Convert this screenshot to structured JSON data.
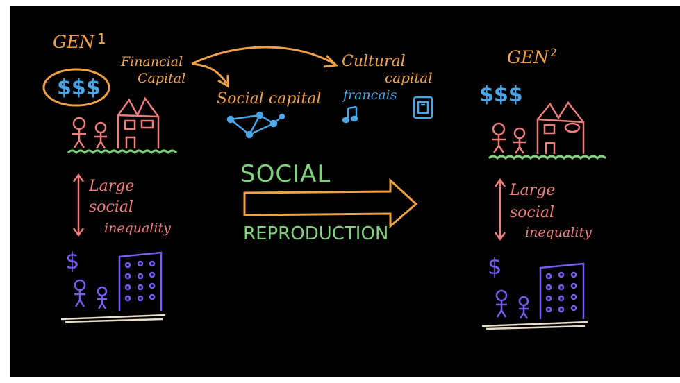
{
  "colors": {
    "background": "#000000",
    "orange": "#f0a248",
    "blue": "#4aa6e6",
    "green": "#7fd17c",
    "pink": "#ee7e7e",
    "purple": "#7a5cf0",
    "cream": "#e8ddc8"
  },
  "generations": [
    {
      "label": "GEN",
      "number": "1",
      "rich_money": "$$$",
      "inequality_line1": "Large",
      "inequality_line2": "social",
      "inequality_line3": "inequality",
      "poor_money": "$"
    },
    {
      "label": "GEN",
      "number": "2",
      "rich_money": "$$$",
      "inequality_line1": "Large",
      "inequality_line2": "social",
      "inequality_line3": "inequality",
      "poor_money": "$"
    }
  ],
  "capitals": {
    "financial_line1": "Financial",
    "financial_line2": "Capital",
    "social": "Social capital",
    "cultural_line1": "Cultural",
    "cultural_line2": "capital",
    "cultural_example": "francais"
  },
  "process": {
    "word1": "SOCIAL",
    "word2": "REPRODUCTION"
  },
  "icons": [
    "stick-figure-icon",
    "house-icon",
    "apartment-building-icon",
    "music-note-icon",
    "book-icon",
    "network-icon",
    "arrow-icon"
  ]
}
